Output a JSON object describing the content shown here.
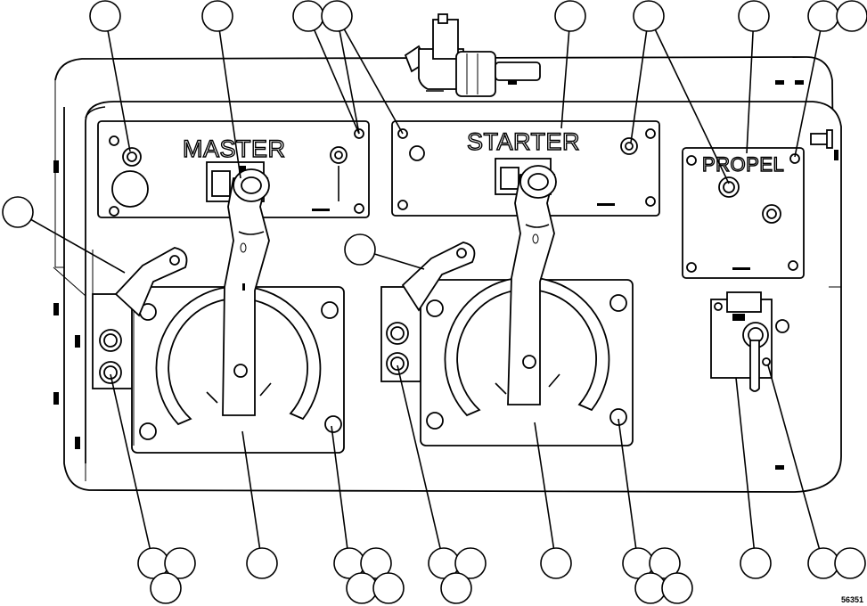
{
  "panels": {
    "master": "MASTER",
    "starter": "STARTER",
    "propel": "PROPEL"
  },
  "figure_number": "56351"
}
